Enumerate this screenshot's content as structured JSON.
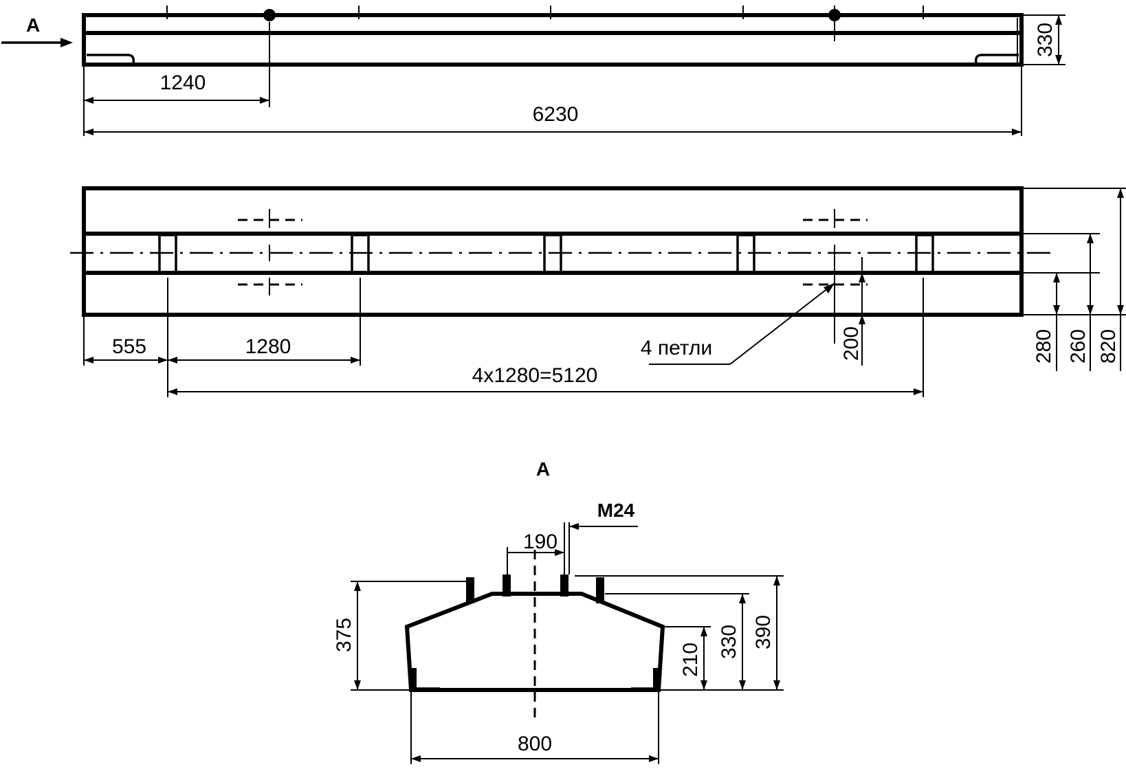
{
  "view_marker": "A",
  "section_title": "A",
  "side_view": {
    "dim_height": "330",
    "dim_offset": "1240",
    "dim_length": "6230"
  },
  "plan_view": {
    "dim_edge": "555",
    "dim_spacing": "1280",
    "dim_total": "4x1280=5120",
    "dim_loop_offset": "200",
    "callout_loops": "4 петли",
    "dim_h1": "280",
    "dim_h2": "260",
    "dim_width": "820"
  },
  "section_view": {
    "bolt": "M24",
    "dim_bolt_spacing": "190",
    "dim_left_height": "375",
    "dim_side_height": "210",
    "dim_mid_height": "330",
    "dim_total_height": "390",
    "dim_base": "800"
  }
}
